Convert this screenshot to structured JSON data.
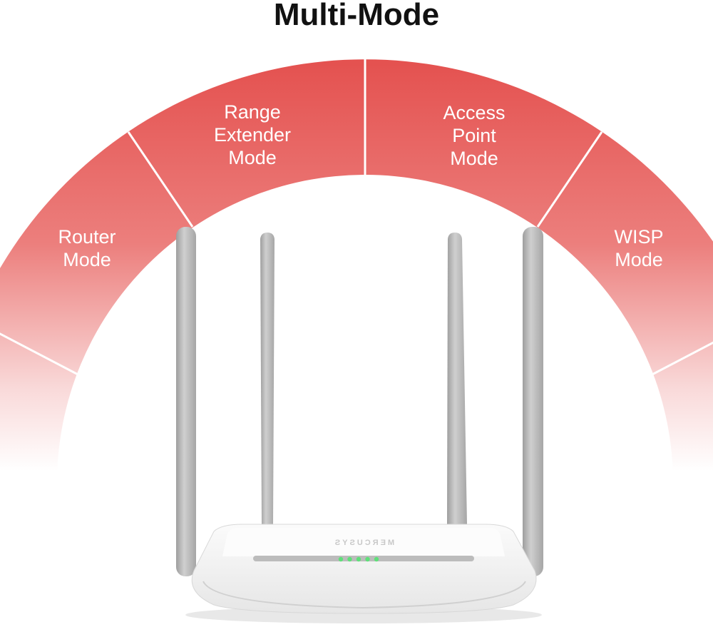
{
  "title": "Multi-Mode",
  "modes": [
    {
      "lines": [
        "Router",
        "Mode"
      ]
    },
    {
      "lines": [
        "Range",
        "Extender",
        "Mode"
      ]
    },
    {
      "lines": [
        "Access",
        "Point",
        "Mode"
      ]
    },
    {
      "lines": [
        "WISP",
        "Mode"
      ]
    }
  ],
  "router": {
    "logo": "MERCUSYS",
    "led_count": 5
  },
  "colors": {
    "arc_top": "#e4514f",
    "arc_fade": "#ffffff",
    "led": "#5fe07a",
    "antenna": "#b9b9b9"
  }
}
